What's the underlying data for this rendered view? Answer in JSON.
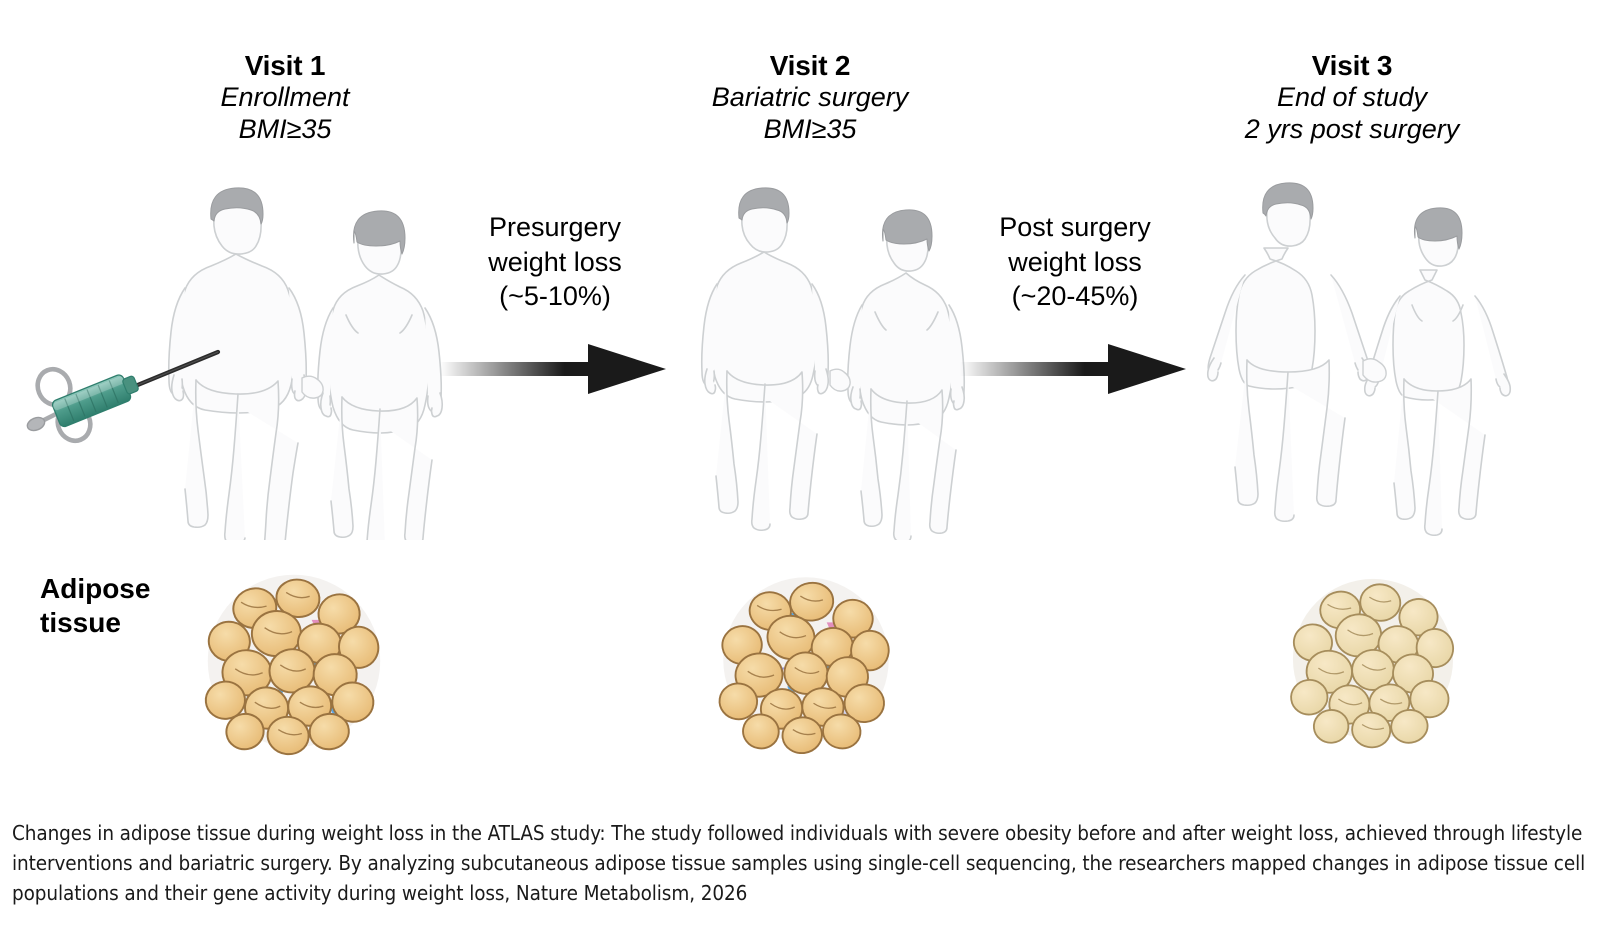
{
  "figure": {
    "visits": [
      {
        "id": "visit-1",
        "title": "Visit 1",
        "subtitle_line1": "Enrollment",
        "subtitle_line2": "BMI≥35"
      },
      {
        "id": "visit-2",
        "title": "Visit 2",
        "subtitle_line1": "Bariatric surgery",
        "subtitle_line2": "BMI≥35"
      },
      {
        "id": "visit-3",
        "title": "Visit 3",
        "subtitle_line1": "End of study",
        "subtitle_line2": "2 yrs post surgery"
      }
    ],
    "transitions": [
      {
        "id": "transition-1",
        "line1": "Presurgery",
        "line2": "weight loss",
        "line3": "(~5-10%)"
      },
      {
        "id": "transition-2",
        "line1": "Post surgery",
        "line2": "weight loss",
        "line3": "(~20-45%)"
      }
    ],
    "row_label": {
      "line1": "Adipose",
      "line2": "tissue"
    },
    "icons": {
      "syringe": "biopsy-syringe-icon",
      "arrow": "right-arrow-icon",
      "male_figure": "male-body-icon",
      "female_figure": "female-body-icon",
      "tissue_cluster": "adipose-tissue-cluster-icon"
    },
    "colors": {
      "syringe_barrel": "#5aa898",
      "syringe_metal": "#a9a9a9",
      "needle": "#2b2b2b",
      "arrow": "#1a1a1a",
      "body_outline": "#c9cbcd",
      "body_fill": "#fbfbfc",
      "hair": "#a8aaac",
      "adipocyte_fill": "#edc27e",
      "adipocyte_stroke": "#8d6a3a",
      "immune_blue": "#4f9fe0",
      "immune_pink": "#e49ec4",
      "immune_teal": "#56b6ac",
      "immune_violet": "#8f8fe0",
      "lean_adipocyte_fill": "#efd9a6",
      "lean_adipocyte_stroke": "#a08b5e"
    }
  },
  "caption": {
    "line1": "Changes in adipose tissue during weight loss in the ATLAS study: The study followed individuals with severe obesity before and after weight loss, achieved through lifestyle",
    "line2": "interventions and bariatric surgery. By analyzing subcutaneous adipose tissue samples using single-cell sequencing, the researchers mapped changes in adipose tissue cell",
    "line3": "populations and their gene activity during weight loss, Nature Metabolism, 2026"
  }
}
